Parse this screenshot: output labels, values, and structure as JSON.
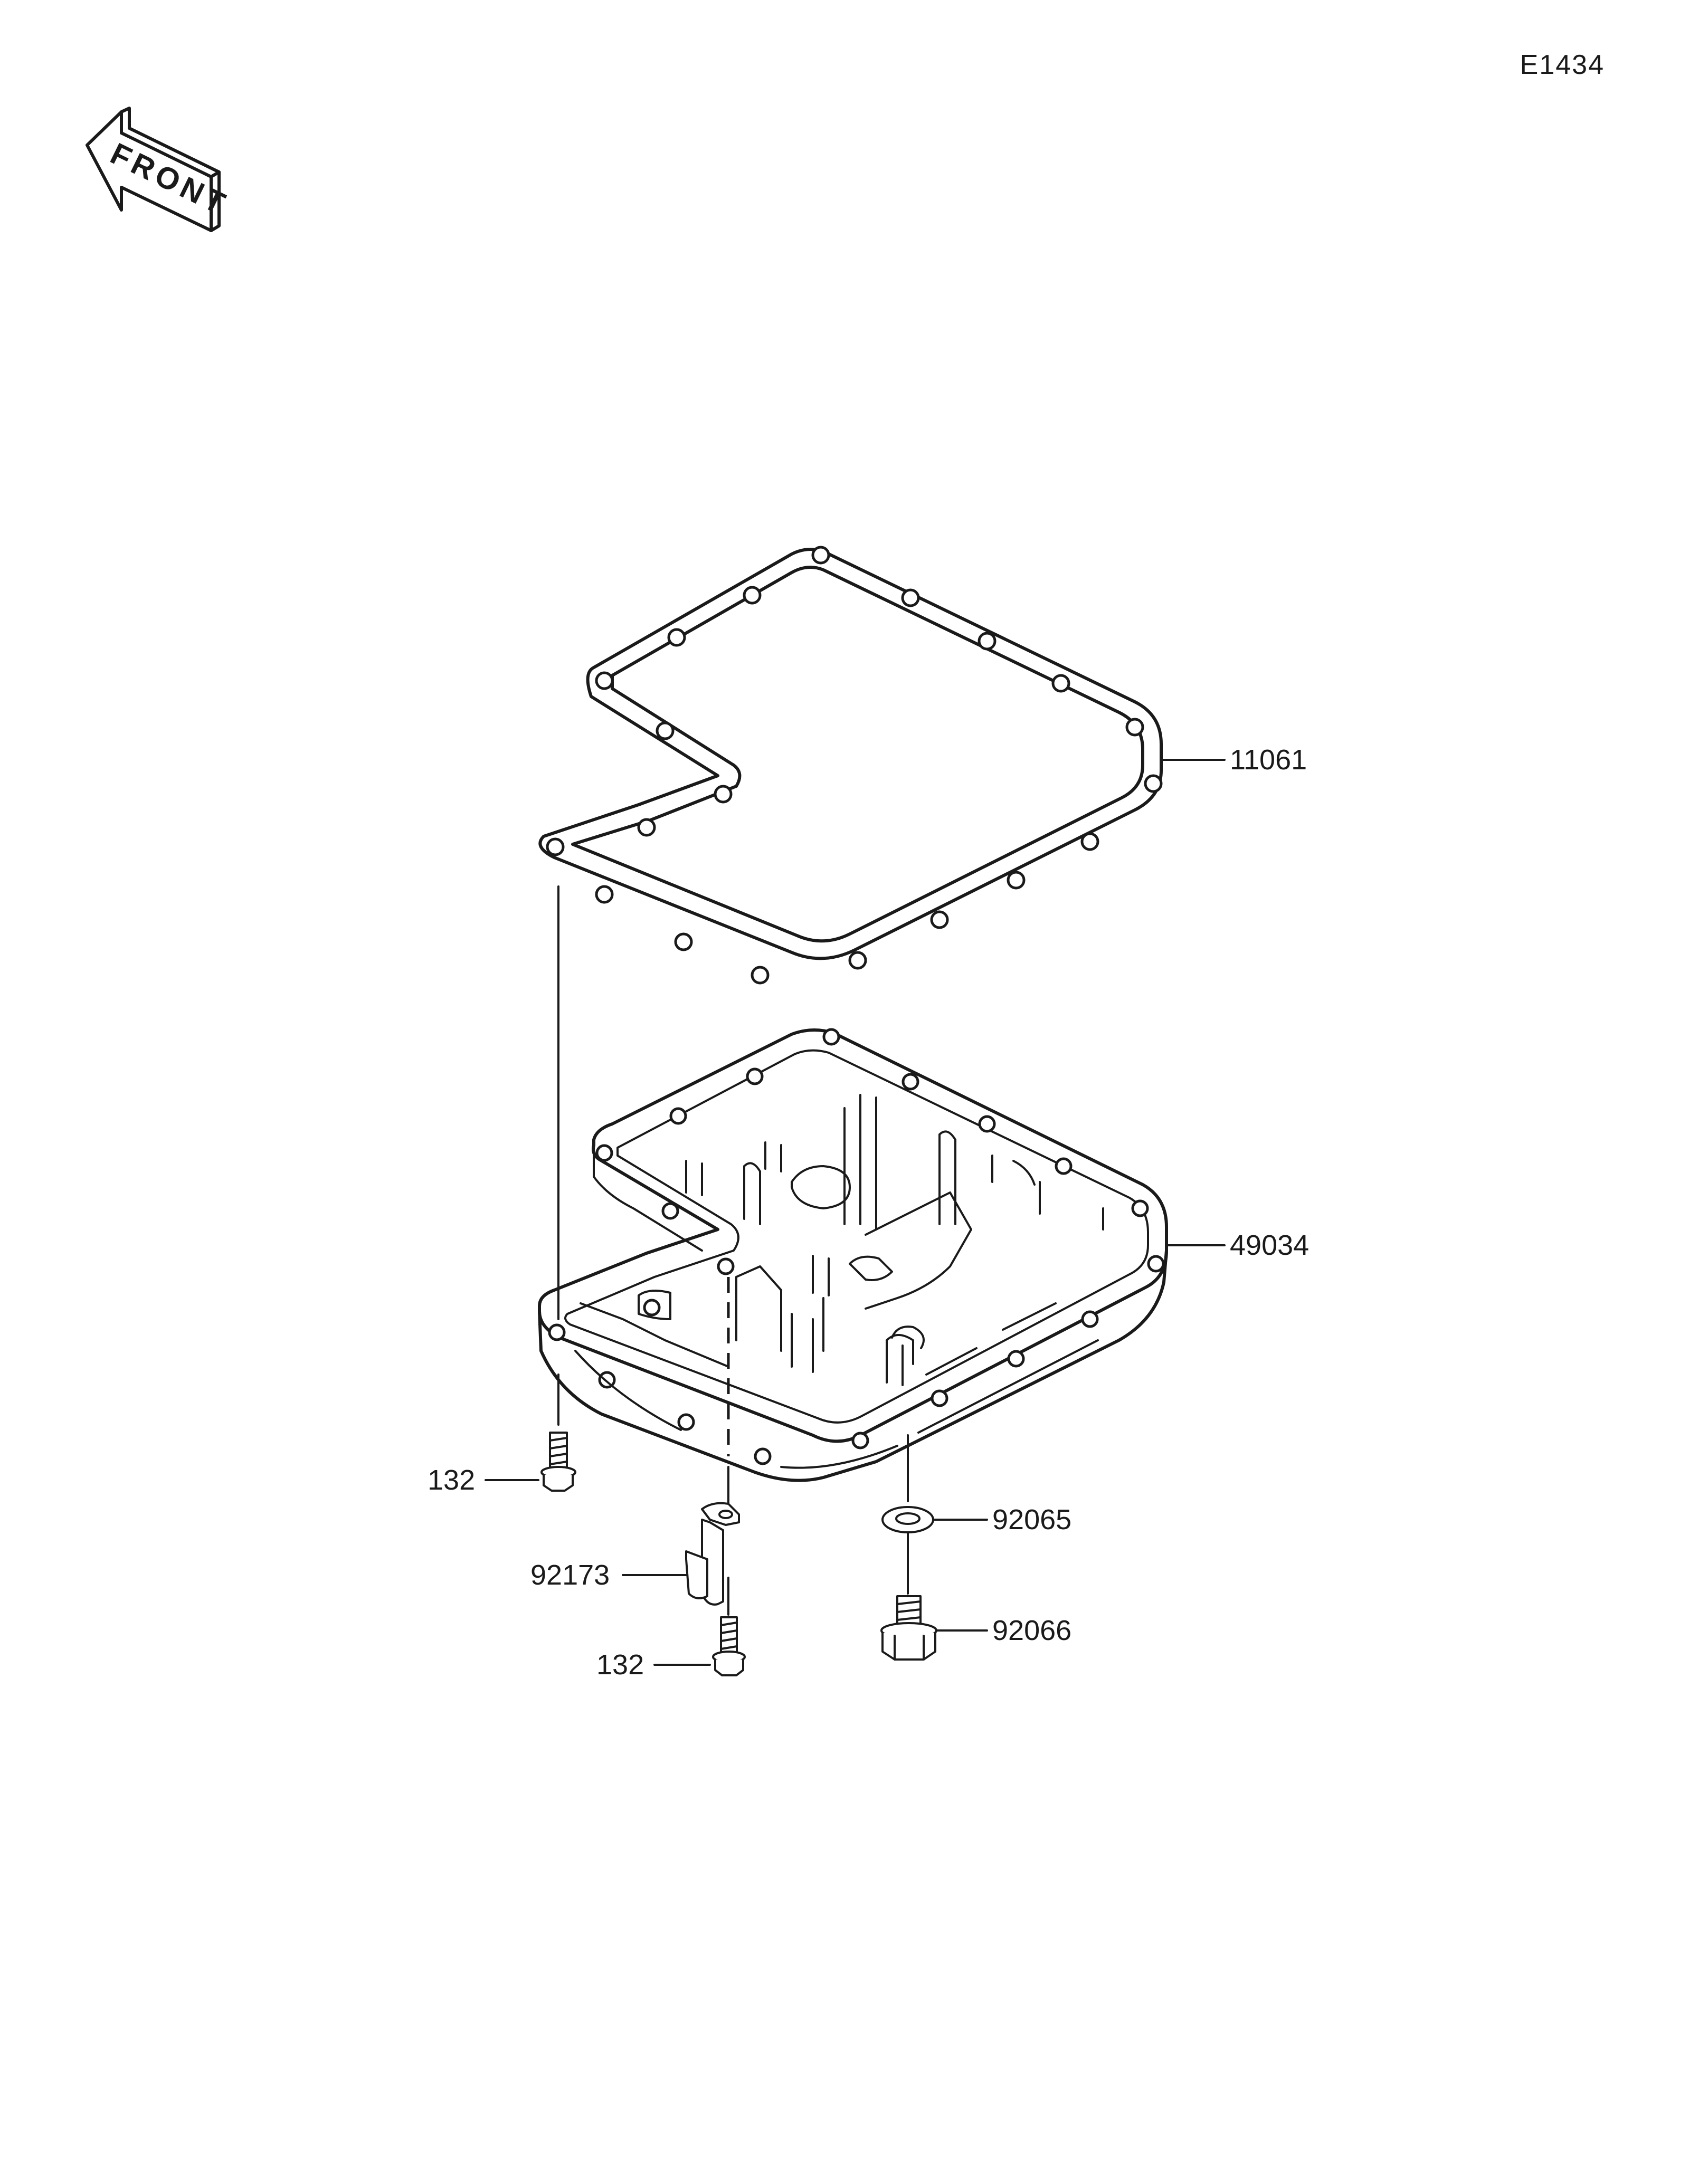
{
  "diagram_id": "E1434",
  "front_label": "FRONT",
  "callouts": [
    {
      "id": "gasket",
      "part_number": "11061"
    },
    {
      "id": "oil-pan",
      "part_number": "49034"
    },
    {
      "id": "washer",
      "part_number": "92065"
    },
    {
      "id": "drain-plug",
      "part_number": "92066"
    },
    {
      "id": "bracket",
      "part_number": "92173"
    },
    {
      "id": "bolt-left",
      "part_number": "132"
    },
    {
      "id": "bolt-bottom",
      "part_number": "132"
    }
  ]
}
